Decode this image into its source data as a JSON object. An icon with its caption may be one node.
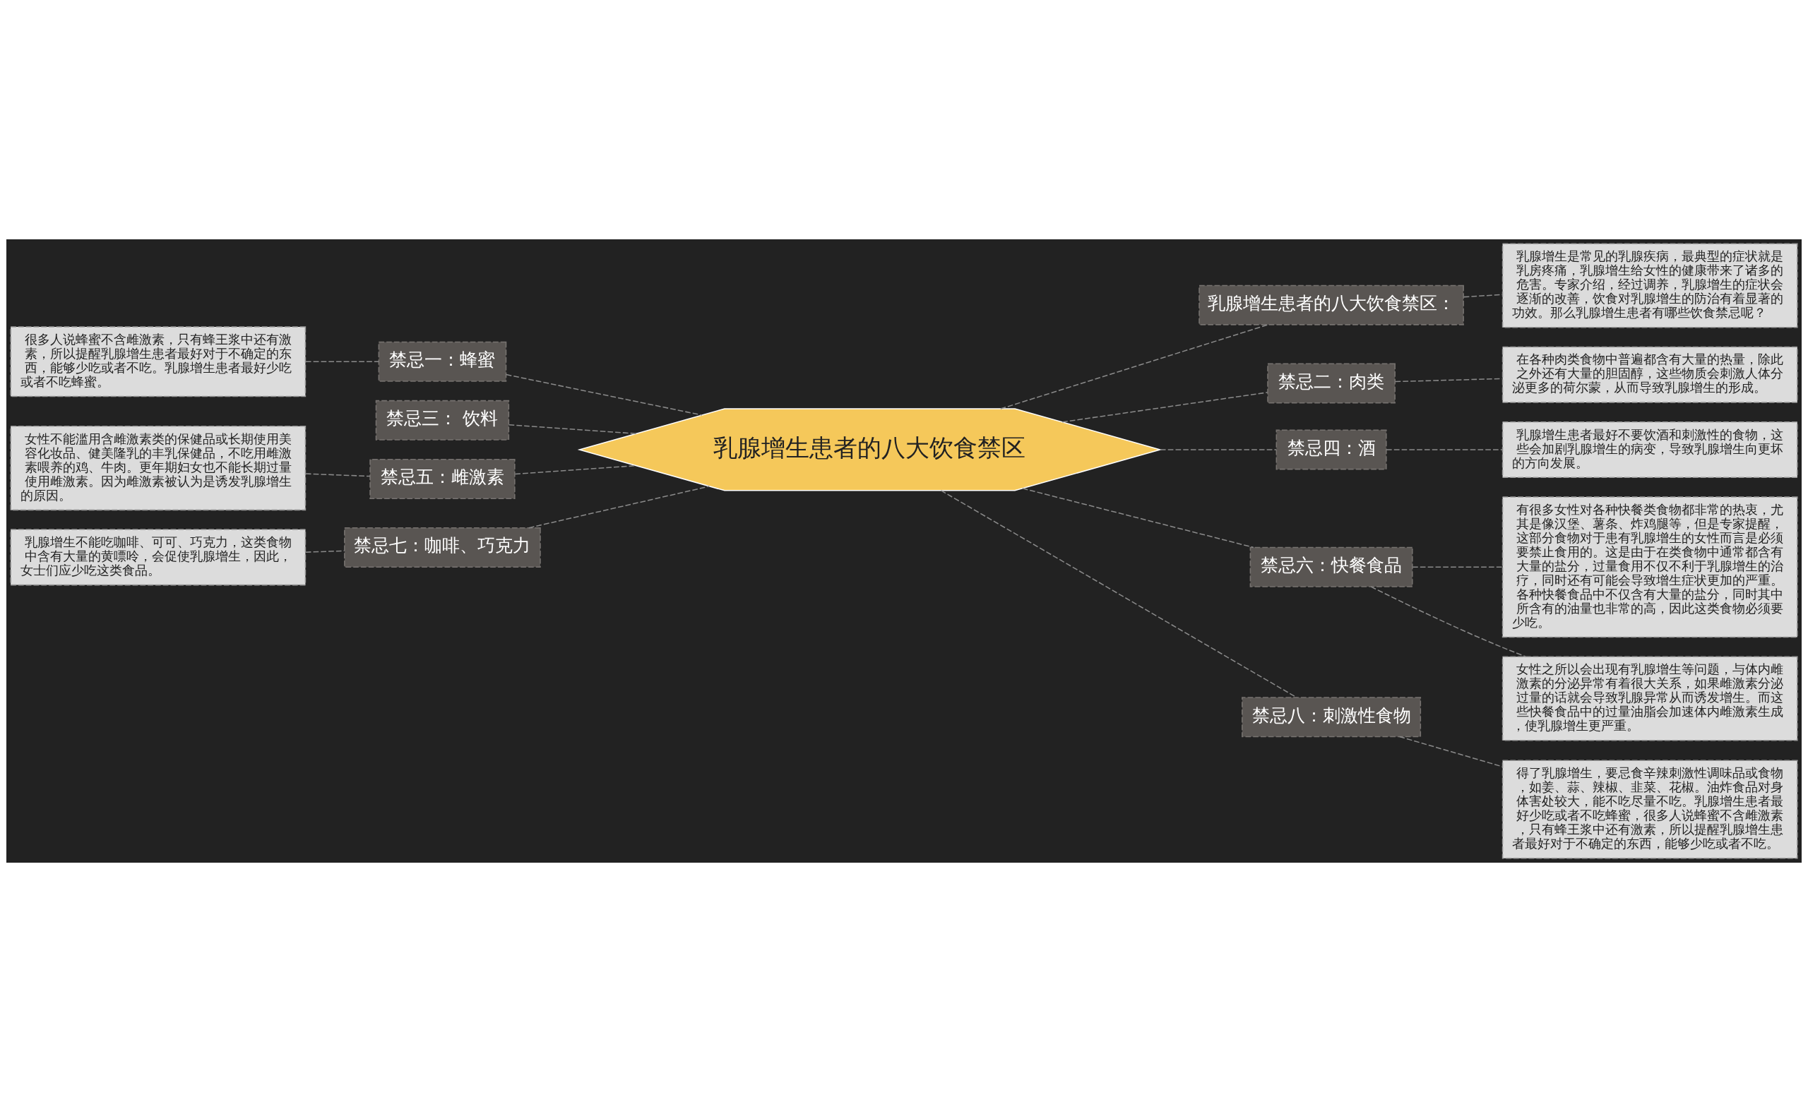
{
  "diagram": {
    "nodes": [
      {
        "text": [
          "乳腺增生患者的八大饮食禁区"
        ]
      },
      {
        "text": [
          "乳腺增生患者的八大饮食禁区："
        ]
      },
      {
        "text": [
          "乳腺增生是常见的乳腺疾病，最典型的症状就是乳房疼痛，乳腺增生给女性的健康带来了诸多的危害。专家介绍，经过调养，乳腺增生的症状会逐渐的改善，饮食对乳腺增生的防治有着显著的功效。那么乳腺增生患者有哪些饮食禁忌呢？"
        ]
      },
      {
        "text": [
          "禁忌二：肉类"
        ]
      },
      {
        "text": [
          "在各种肉类食物中普遍都含有大量的热量，除此之外还有大量的胆固醇，这些物质会刺激人体分泌更多的荷尔蒙，从而导致乳腺增生的形成。"
        ]
      },
      {
        "text": [
          "禁忌四：酒"
        ]
      },
      {
        "text": [
          "乳腺增生患者最好不要饮酒和刺激性的食物，这些会加剧乳腺增生的病变，导致乳腺增生向更坏的方向发展。"
        ]
      },
      {
        "text": [
          "禁忌六：快餐食品"
        ]
      },
      {
        "text": [
          "有很多女性对各种快餐类食物都非常的热衷，尤其是像汉堡、薯条、炸鸡腿等，但是专家提醒，这部分食物对于患有乳腺增生的女性而言是必须要禁止食用的。这是由于在类食物中通常都含有大量的盐分，过量食用不仅不利于乳腺增生的治疗，同时还有可能会导致增生症状更加的严重。各种快餐食品中不仅含有大量的盐分，同时其中所含有的油量也非常的高，因此这类食物必须要少吃。"
        ]
      },
      {
        "text": [
          "女性之所以会出现有乳腺增生等问题，与体内雌激素的分泌异常有着很大关系，如果雌激素分泌过量的话就会导致乳腺异常从而诱发增生。而这些快餐食品中的过量油脂会加速体内雌激素生成，使乳腺增生更严重。"
        ]
      },
      {
        "text": [
          "禁忌八：刺激性食物"
        ]
      },
      {
        "text": [
          "得了乳腺增生，要忌食辛辣刺激性调味品或食物，如姜、蒜、辣椒、韭菜、花椒。油炸食品对身体害处较大，能不吃尽量不吃。乳腺增生患者最好少吃或者不吃蜂蜜，很多人说蜂蜜不含雌激素，只有蜂王浆中还有激素，所以提醒乳腺增生患者最好对于不确定的东西，能够少吃或者不吃。"
        ]
      },
      {
        "text": [
          "禁忌一：蜂蜜"
        ]
      },
      {
        "text": [
          "很多人说蜂蜜不含雌激素，只有蜂王浆中还有激素，所以提醒乳腺增生患者最好对于不确定的东西，能够少吃或者不吃。乳腺增生患者最好少吃或者不吃蜂蜜。"
        ]
      },
      {
        "text": [
          "禁忌三： 饮料"
        ]
      },
      {
        "text": [
          "禁忌五：雌激素"
        ]
      },
      {
        "text": [
          "女性不能滥用含雌激素类的保健品或长期使用美容化妆品、健美隆乳的丰乳保健品，不吃用雌激素喂养的鸡、牛肉。更年期妇女也不能长期过量使用雌激素。因为雌激素被认为是诱发乳腺增生的原因。"
        ]
      },
      {
        "text": [
          "禁忌七：咖啡、巧克力"
        ]
      },
      {
        "text": [
          "乳腺增生不能吃咖啡、可可、巧克力，这类食物中含有大量的黄嘌呤，会促使乳腺增生，因此，女士们应少吃这类食品。"
        ]
      }
    ],
    "edges": [
      {
        "from": 0,
        "to": 1,
        "arrow": "none",
        "style": "dashed"
      },
      {
        "from": 1,
        "to": 2,
        "arrow": "none",
        "style": "dashed"
      },
      {
        "from": 0,
        "to": 3,
        "arrow": "none",
        "style": "dashed"
      },
      {
        "from": 3,
        "to": 4,
        "arrow": "none",
        "style": "dashed"
      },
      {
        "from": 0,
        "to": 5,
        "arrow": "none",
        "style": "dashed"
      },
      {
        "from": 5,
        "to": 6,
        "arrow": "none",
        "style": "dashed"
      },
      {
        "from": 0,
        "to": 7,
        "arrow": "none",
        "style": "dashed"
      },
      {
        "from": 7,
        "to": 8,
        "arrow": "none",
        "style": "dashed"
      },
      {
        "from": 7,
        "to": 9,
        "arrow": "none",
        "style": "dashed"
      },
      {
        "from": 0,
        "to": 10,
        "arrow": "none",
        "style": "dashed"
      },
      {
        "from": 10,
        "to": 11,
        "arrow": "none",
        "style": "dashed"
      },
      {
        "from": 0,
        "to": 12,
        "arrow": "none",
        "style": "dashed"
      },
      {
        "from": 12,
        "to": 13,
        "arrow": "none",
        "style": "dashed"
      },
      {
        "from": 0,
        "to": 14,
        "arrow": "none",
        "style": "dashed"
      },
      {
        "from": 0,
        "to": 15,
        "arrow": "none",
        "style": "dashed"
      },
      {
        "from": 15,
        "to": 16,
        "arrow": "none",
        "style": "dashed"
      },
      {
        "from": 0,
        "to": 17,
        "arrow": "none",
        "style": "dashed"
      },
      {
        "from": 17,
        "to": 18,
        "arrow": "none",
        "style": "dashed"
      }
    ]
  }
}
